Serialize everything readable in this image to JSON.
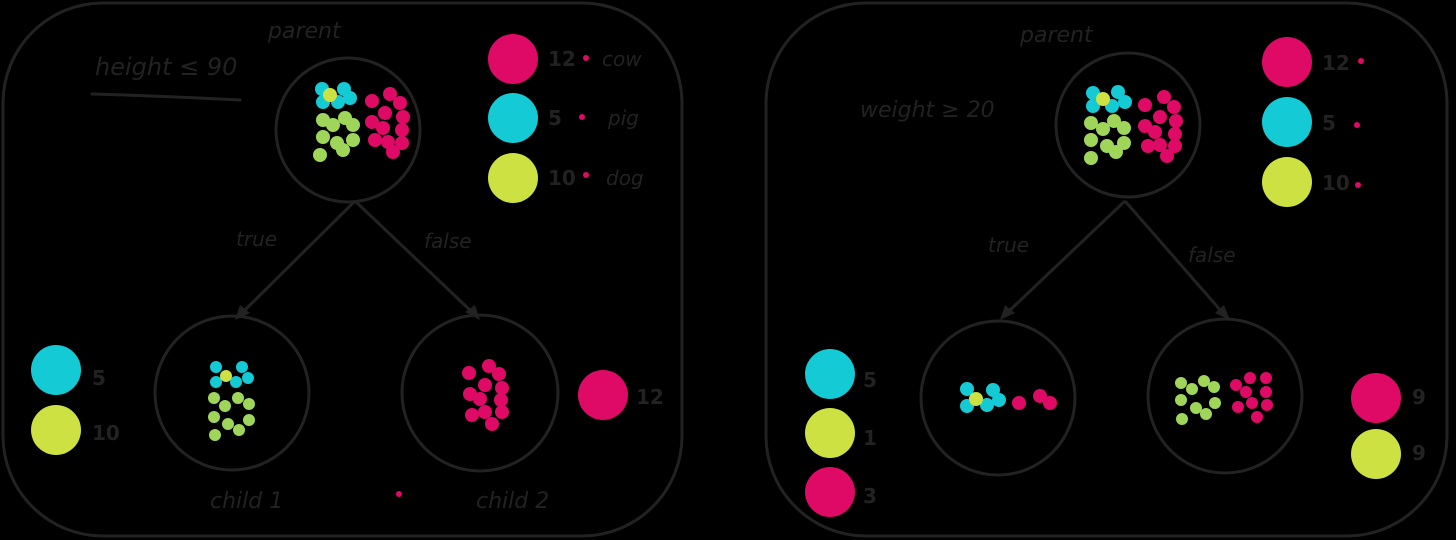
{
  "colors": {
    "cow": "#DE0A66",
    "pig": "#14CAD4",
    "dog": "#CDE142",
    "dog_light": "#9FD65A",
    "ink": "#222222",
    "background": "#000000"
  },
  "panels": [
    {
      "id": "left",
      "condition": "height ≤ 90",
      "parent_label": "parent",
      "legend": [
        {
          "color": "cow",
          "count": "12",
          "label": "cow"
        },
        {
          "color": "pig",
          "count": "5",
          "label": "pig"
        },
        {
          "color": "dog",
          "count": "10",
          "label": "dog"
        }
      ],
      "edge_labels": {
        "true": "true",
        "false": "false"
      },
      "children": [
        {
          "label": "child 1",
          "counts": [
            {
              "color": "pig",
              "count": "5"
            },
            {
              "color": "dog",
              "count": "10"
            }
          ]
        },
        {
          "label": "child 2",
          "counts": [
            {
              "color": "cow",
              "count": "12"
            }
          ]
        }
      ]
    },
    {
      "id": "right",
      "condition": "weight ≥ 20",
      "parent_label": "parent",
      "legend": [
        {
          "color": "cow",
          "count": "12"
        },
        {
          "color": "pig",
          "count": "5"
        },
        {
          "color": "dog",
          "count": "10"
        }
      ],
      "edge_labels": {
        "true": "true",
        "false": "false"
      },
      "children": [
        {
          "label": "",
          "counts": [
            {
              "color": "pig",
              "count": "5"
            },
            {
              "color": "dog",
              "count": "1"
            },
            {
              "color": "cow",
              "count": "3"
            }
          ]
        },
        {
          "label": "",
          "counts": [
            {
              "color": "cow",
              "count": "9"
            },
            {
              "color": "dog",
              "count": "9"
            }
          ]
        }
      ]
    }
  ]
}
